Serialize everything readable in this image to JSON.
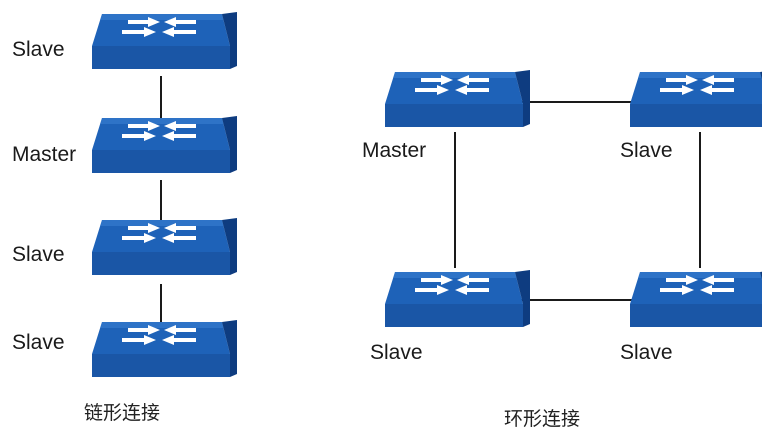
{
  "diagrams": {
    "chain": {
      "caption": "链形连接",
      "labels": [
        "Slave",
        "Master",
        "Slave",
        "Slave"
      ]
    },
    "ring": {
      "caption": "环形连接",
      "labels": {
        "top_left": "Master",
        "top_right": "Slave",
        "bottom_left": "Slave",
        "bottom_right": "Slave"
      }
    }
  },
  "colors": {
    "switch_top": "#1e62b8",
    "switch_front": "#1a56a6",
    "switch_side": "#0e3c80",
    "arrow": "#ffffff",
    "link": "#1a1a1a"
  }
}
